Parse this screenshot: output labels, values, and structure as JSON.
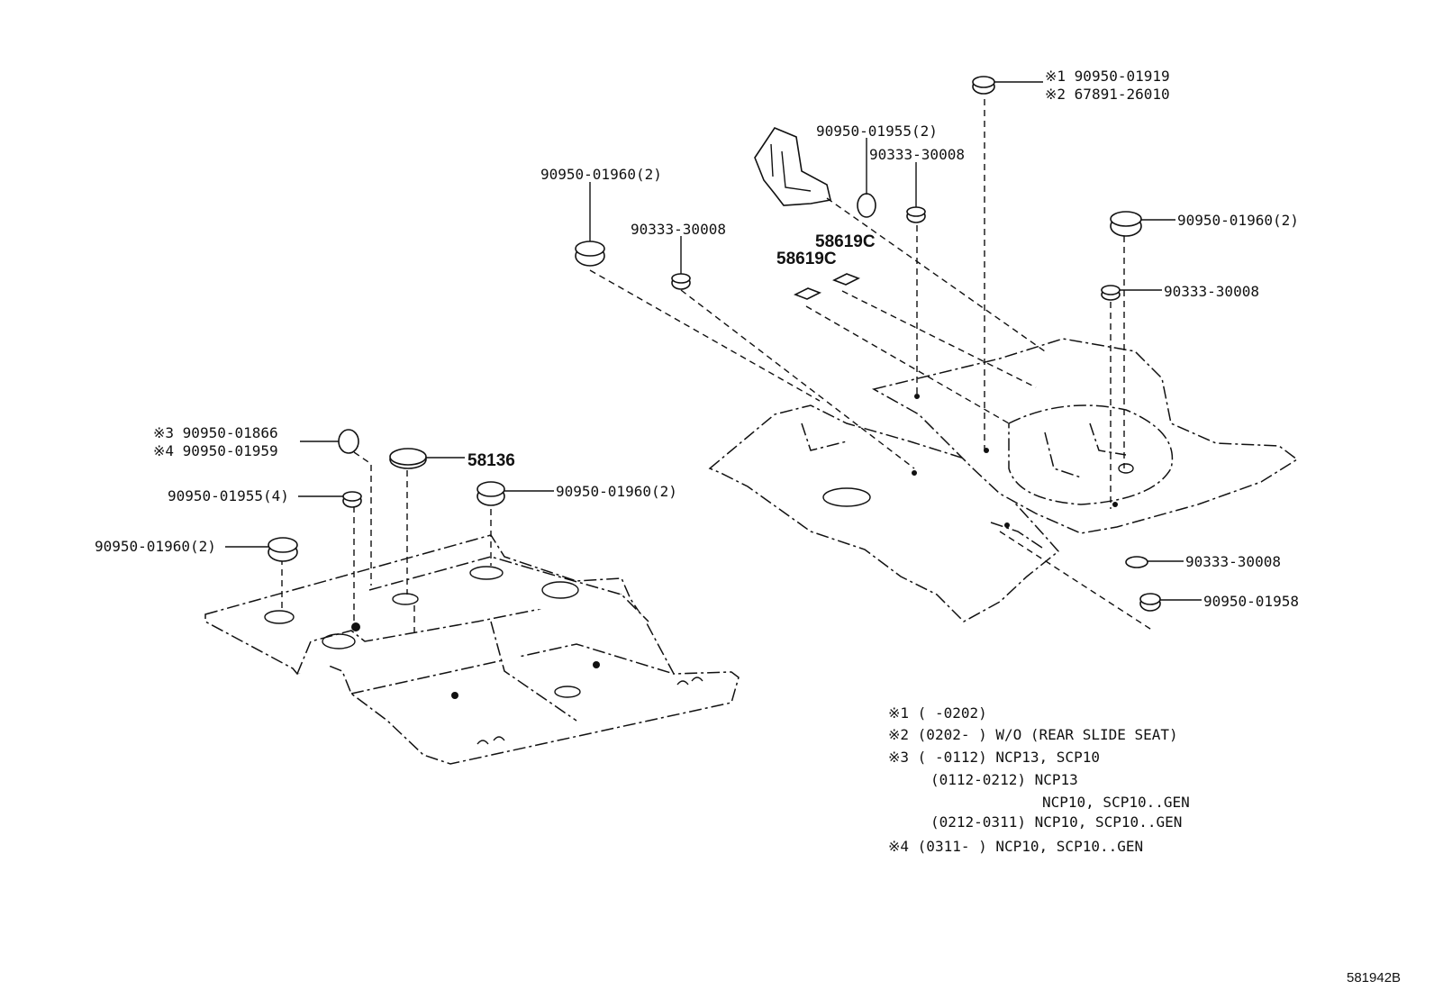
{
  "left_group": {
    "label_star3": "※3 90950-01866",
    "label_star4": "※4 90950-01959",
    "label_01955_4": "90950-01955(4)",
    "label_01960_left": "90950-01960(2)",
    "label_58136": "58136",
    "label_01960_right": "90950-01960(2)"
  },
  "right_group": {
    "label_star1": "※1 90950-01919",
    "label_star2": "※2 67891-26010",
    "label_01955_2": "90950-01955(2)",
    "label_30008_top": "90333-30008",
    "label_01960_top_left": "90950-01960(2)",
    "label_30008_left": "90333-30008",
    "label_58619c_a": "58619C",
    "label_58619c_b": "58619C",
    "label_01960_right": "90950-01960(2)",
    "label_30008_right": "90333-30008",
    "label_30008_bottom": "90333-30008",
    "label_01958": "90950-01958"
  },
  "notes": [
    "※1 (      -0202)",
    "※2 (0202-      ) W/O (REAR SLIDE SEAT)",
    "※3 (      -0112) NCP13, SCP10",
    "(0112-0212) NCP13",
    "NCP10, SCP10..GEN",
    "(0212-0311) NCP10, SCP10..GEN",
    "※4 (0311-      ) NCP10, SCP10..GEN"
  ],
  "sheet_id": "581942B"
}
